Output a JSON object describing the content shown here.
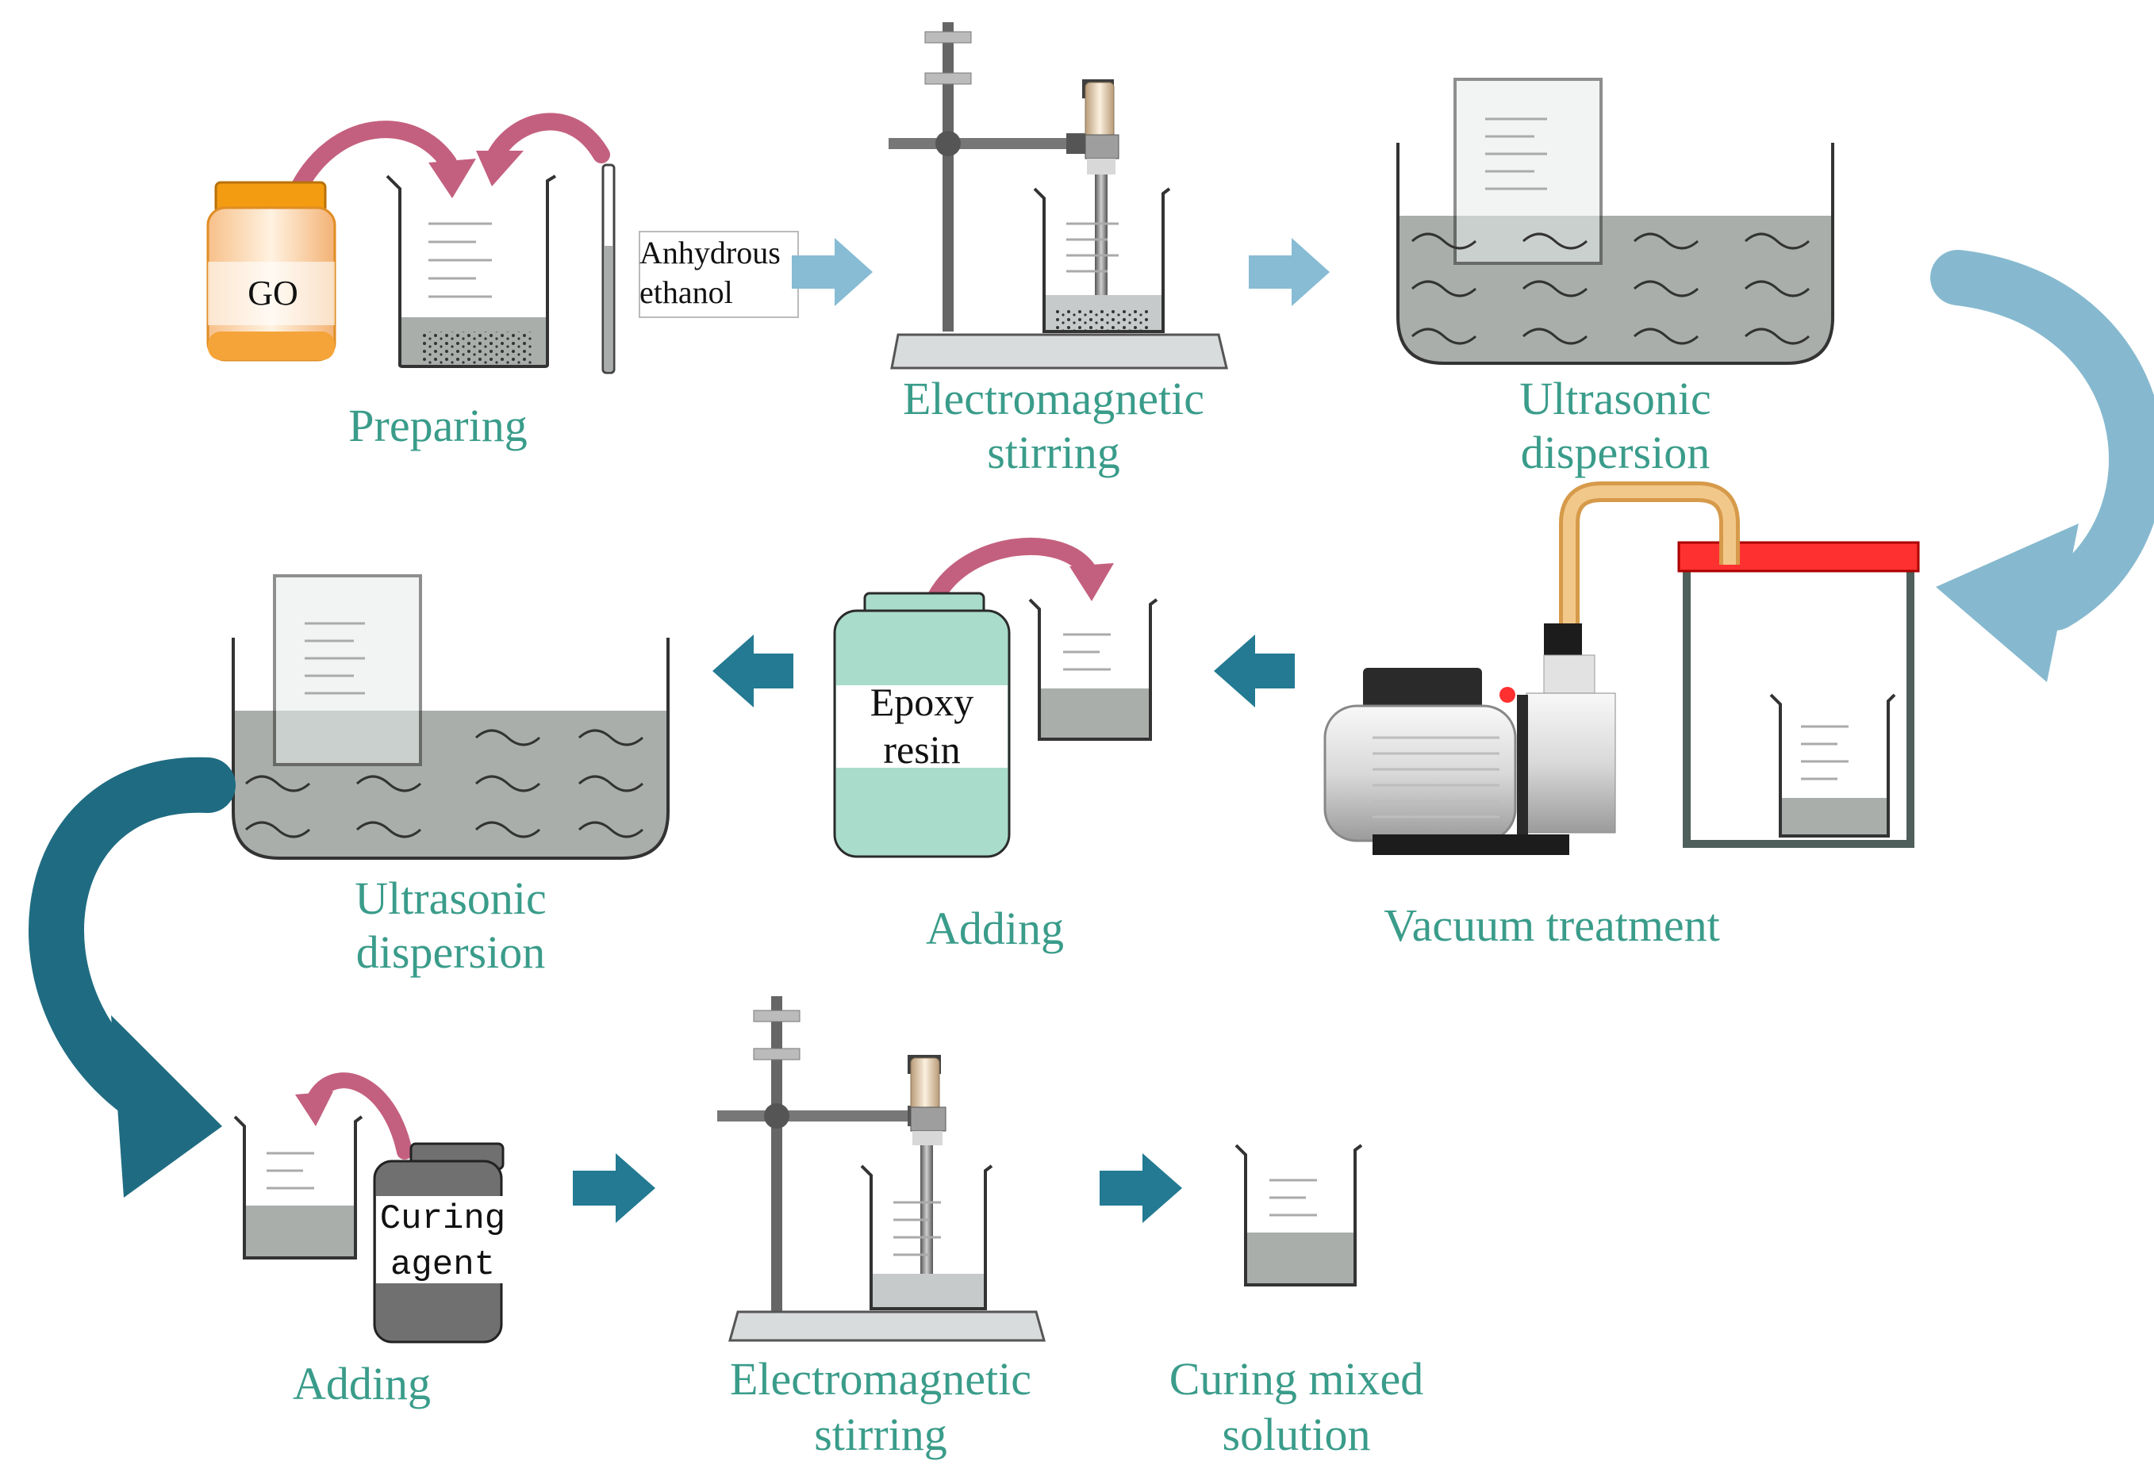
{
  "steps": {
    "preparing": "Preparing",
    "stirring1_line1": "Electromagnetic",
    "stirring1_line2": "stirring",
    "ultrasonic1_line1": "Ultrasonic",
    "ultrasonic1_line2": "dispersion",
    "vacuum": "Vacuum treatment",
    "adding1": "Adding",
    "ultrasonic2_line1": "Ultrasonic",
    "ultrasonic2_line2": "dispersion",
    "adding2": "Adding",
    "stirring2_line1": "Electromagnetic",
    "stirring2_line2": "stirring",
    "curing_line1": "Curing mixed",
    "curing_line2": "solution"
  },
  "labels": {
    "go": "GO",
    "ethanol_line1": "Anhydrous",
    "ethanol_line2": "ethanol",
    "epoxy_line1": "Epoxy",
    "epoxy_line2": "resin",
    "curing_line1": "Curing",
    "curing_line2": "agent"
  },
  "colors": {
    "step_text": "#3a9c8a",
    "arrow_light": "#87bcd4",
    "arrow_dark": "#237a92",
    "big_arrow_light": "#86b9cf",
    "big_arrow_dark": "#1f6c82",
    "pour_arrow": "#c4607f",
    "liquid": "#a9aeab",
    "go_lid": "#f39c12",
    "go_body": "#fde3c2",
    "epoxy_body": "#a9dccb",
    "curing_body": "#707070",
    "vacuum_lid": "#ff3030",
    "hose": "#f2b766"
  }
}
